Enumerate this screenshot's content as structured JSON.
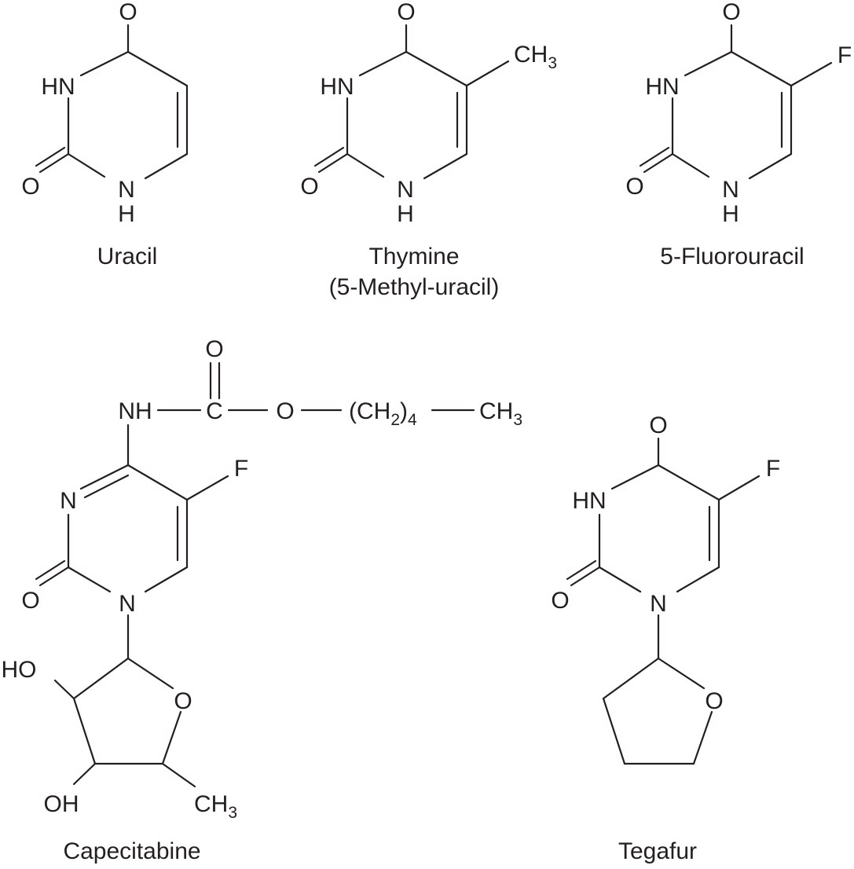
{
  "figure": {
    "compounds": {
      "uracil": {
        "name": "Uracil"
      },
      "thymine": {
        "name": "Thymine",
        "subtitle": "(5-Methyl-uracil)"
      },
      "fluorouracil": {
        "name": "5-Fluorouracil"
      },
      "capecitabine": {
        "name": "Capecitabine"
      },
      "tegafur": {
        "name": "Tegafur"
      }
    },
    "atoms": {
      "oxygen": "O",
      "hn": "HN",
      "n": "N",
      "h": "H",
      "nh": "NH",
      "c": "C",
      "f": "F",
      "ch": "CH",
      "sub3": "3",
      "ch2_open": "(CH",
      "sub2": "2",
      "close": ")",
      "sub4": "4",
      "ho": "HO",
      "oh": "OH"
    }
  }
}
